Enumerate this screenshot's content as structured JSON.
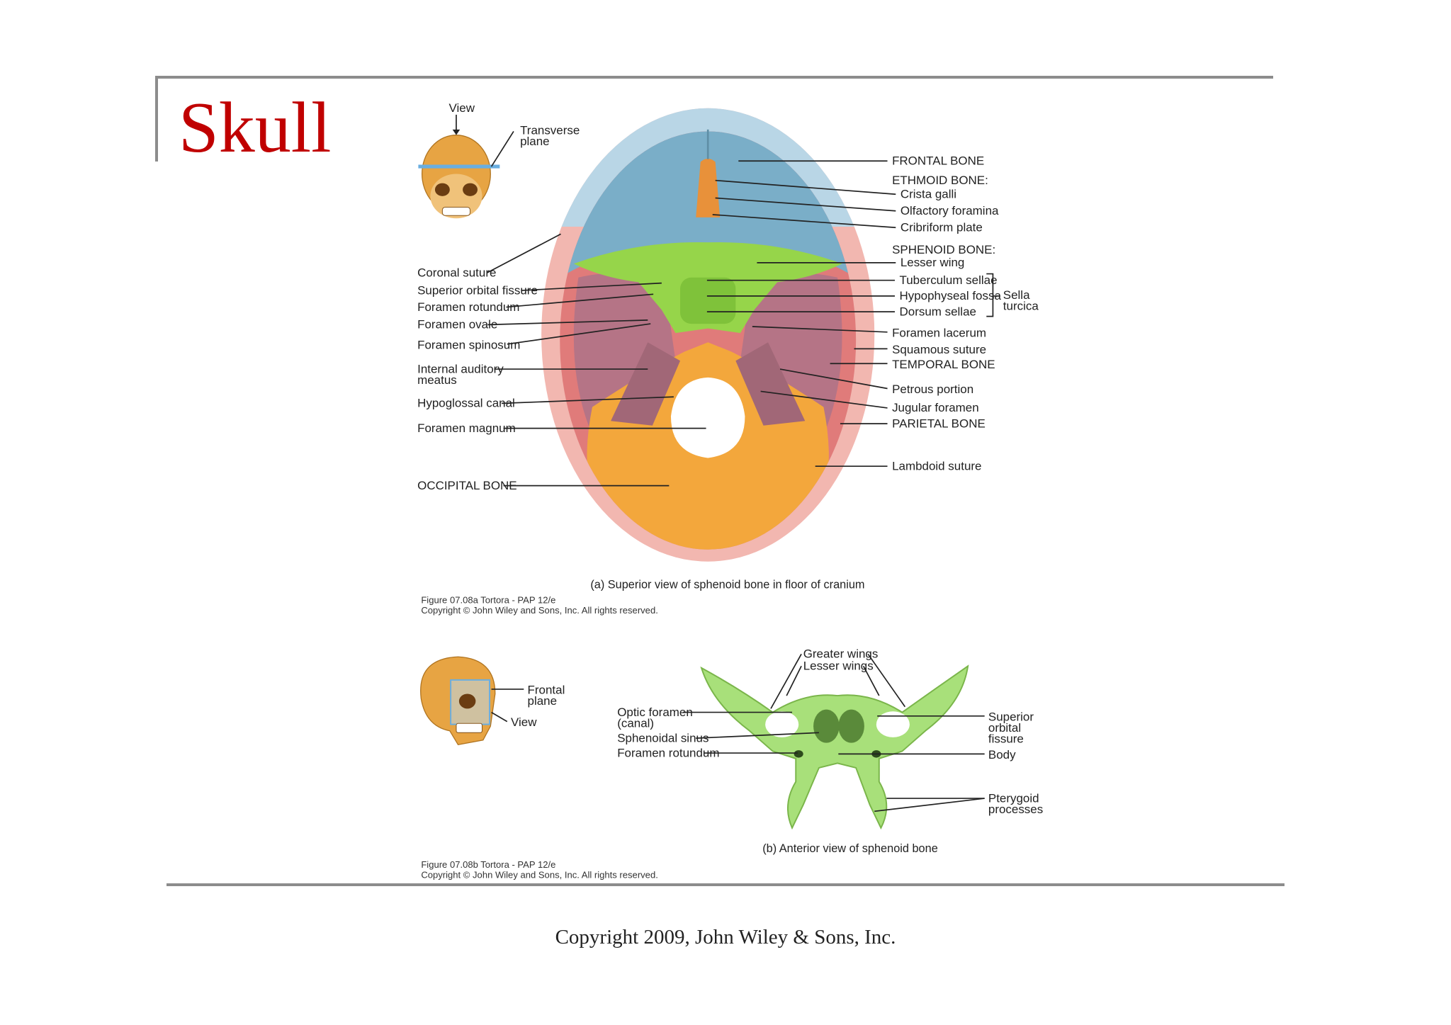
{
  "slide": {
    "title": "Skull",
    "footer": "Copyright 2009, John Wiley & Sons, Inc."
  },
  "figure_a": {
    "inset": {
      "view": "View",
      "plane_1": "Transverse",
      "plane_2": "plane"
    },
    "left_labels": {
      "coronal_suture": "Coronal suture",
      "superior_orbital_fissure": "Superior orbital fissure",
      "foramen_rotundum": "Foramen rotundum",
      "foramen_ovale": "Foramen ovale",
      "foramen_spinosum": "Foramen spinosum",
      "internal_auditory_1": "Internal auditory",
      "internal_auditory_2": "meatus",
      "hypoglossal_canal": "Hypoglossal canal",
      "foramen_magnum": "Foramen magnum",
      "occipital_bone": "OCCIPITAL BONE"
    },
    "right_labels": {
      "frontal_bone": "FRONTAL BONE",
      "ethmoid_bone": "ETHMOID BONE:",
      "crista_galli": "Crista galli",
      "olfactory_foramina": "Olfactory foramina",
      "cribriform_plate": "Cribriform plate",
      "sphenoid_bone": "SPHENOID BONE:",
      "lesser_wing": "Lesser wing",
      "tuberculum_sellae": "Tuberculum sellae",
      "hypophyseal_fossa": "Hypophyseal fossa",
      "dorsum_sellae": "Dorsum sellae",
      "sella_1": "Sella",
      "sella_2": "turcica",
      "foramen_lacerum": "Foramen lacerum",
      "squamous_suture": "Squamous suture",
      "temporal_bone": "TEMPORAL BONE",
      "petrous_portion": "Petrous portion",
      "jugular_foramen": "Jugular foramen",
      "parietal_bone": "PARIETAL BONE",
      "lambdoid_suture": "Lambdoid suture"
    },
    "caption": "(a) Superior view of sphenoid bone in floor of cranium",
    "credit_1": "Figure 07.08a  Tortora - PAP 12/e",
    "credit_2": "Copyright © John Wiley and Sons, Inc. All rights reserved."
  },
  "figure_b": {
    "inset": {
      "plane_1": "Frontal",
      "plane_2": "plane",
      "view": "View"
    },
    "labels": {
      "greater_wings": "Greater wings",
      "lesser_wings": "Lesser wings",
      "optic_1": "Optic foramen",
      "optic_2": "(canal)",
      "sphenoidal_sinus": "Sphenoidal sinus",
      "foramen_rotundum": "Foramen rotundum",
      "sup_orb_1": "Superior",
      "sup_orb_2": "orbital",
      "sup_orb_3": "fissure",
      "body": "Body",
      "pterygoid_1": "Pterygoid",
      "pterygoid_2": "processes"
    },
    "caption": "(b) Anterior view of sphenoid bone",
    "credit_1": "Figure 07.08b  Tortora - PAP 12/e",
    "credit_2": "Copyright © John Wiley and Sons, Inc. All rights reserved."
  },
  "colors": {
    "title": "#c00000",
    "frontal": "#7fb1c9",
    "sphenoid": "#9ad84a",
    "temporal": "#b7798a",
    "occipital": "#f2a93b",
    "parietal": "#e98b83",
    "ethmoid": "#e8923c"
  }
}
